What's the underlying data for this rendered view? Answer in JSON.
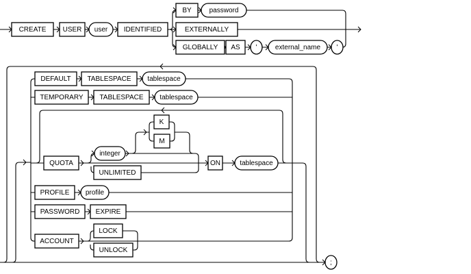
{
  "diagram": {
    "statement": {
      "create": "CREATE",
      "user_kw": "USER",
      "user": "user",
      "identified": "IDENTIFIED",
      "by": "BY",
      "password": "password",
      "externally": "EXTERNALLY",
      "globally": "GLOBALLY",
      "as": "AS",
      "quote_open": "'",
      "external_name": "external_name",
      "quote_close": "'"
    },
    "options": {
      "default": "DEFAULT",
      "default_tablespace_kw": "TABLESPACE",
      "default_tablespace": "tablespace",
      "temporary": "TEMPORARY",
      "temporary_tablespace_kw": "TABLESPACE",
      "temporary_tablespace": "tablespace",
      "quota": "QUOTA",
      "integer": "integer",
      "k": "K",
      "m": "M",
      "unlimited": "UNLIMITED",
      "on": "ON",
      "quota_tablespace": "tablespace",
      "profile_kw": "PROFILE",
      "profile": "profile",
      "password_kw": "PASSWORD",
      "expire": "EXPIRE",
      "account": "ACCOUNT",
      "lock": "LOCK",
      "unlock": "UNLOCK"
    },
    "terminator": ";"
  }
}
